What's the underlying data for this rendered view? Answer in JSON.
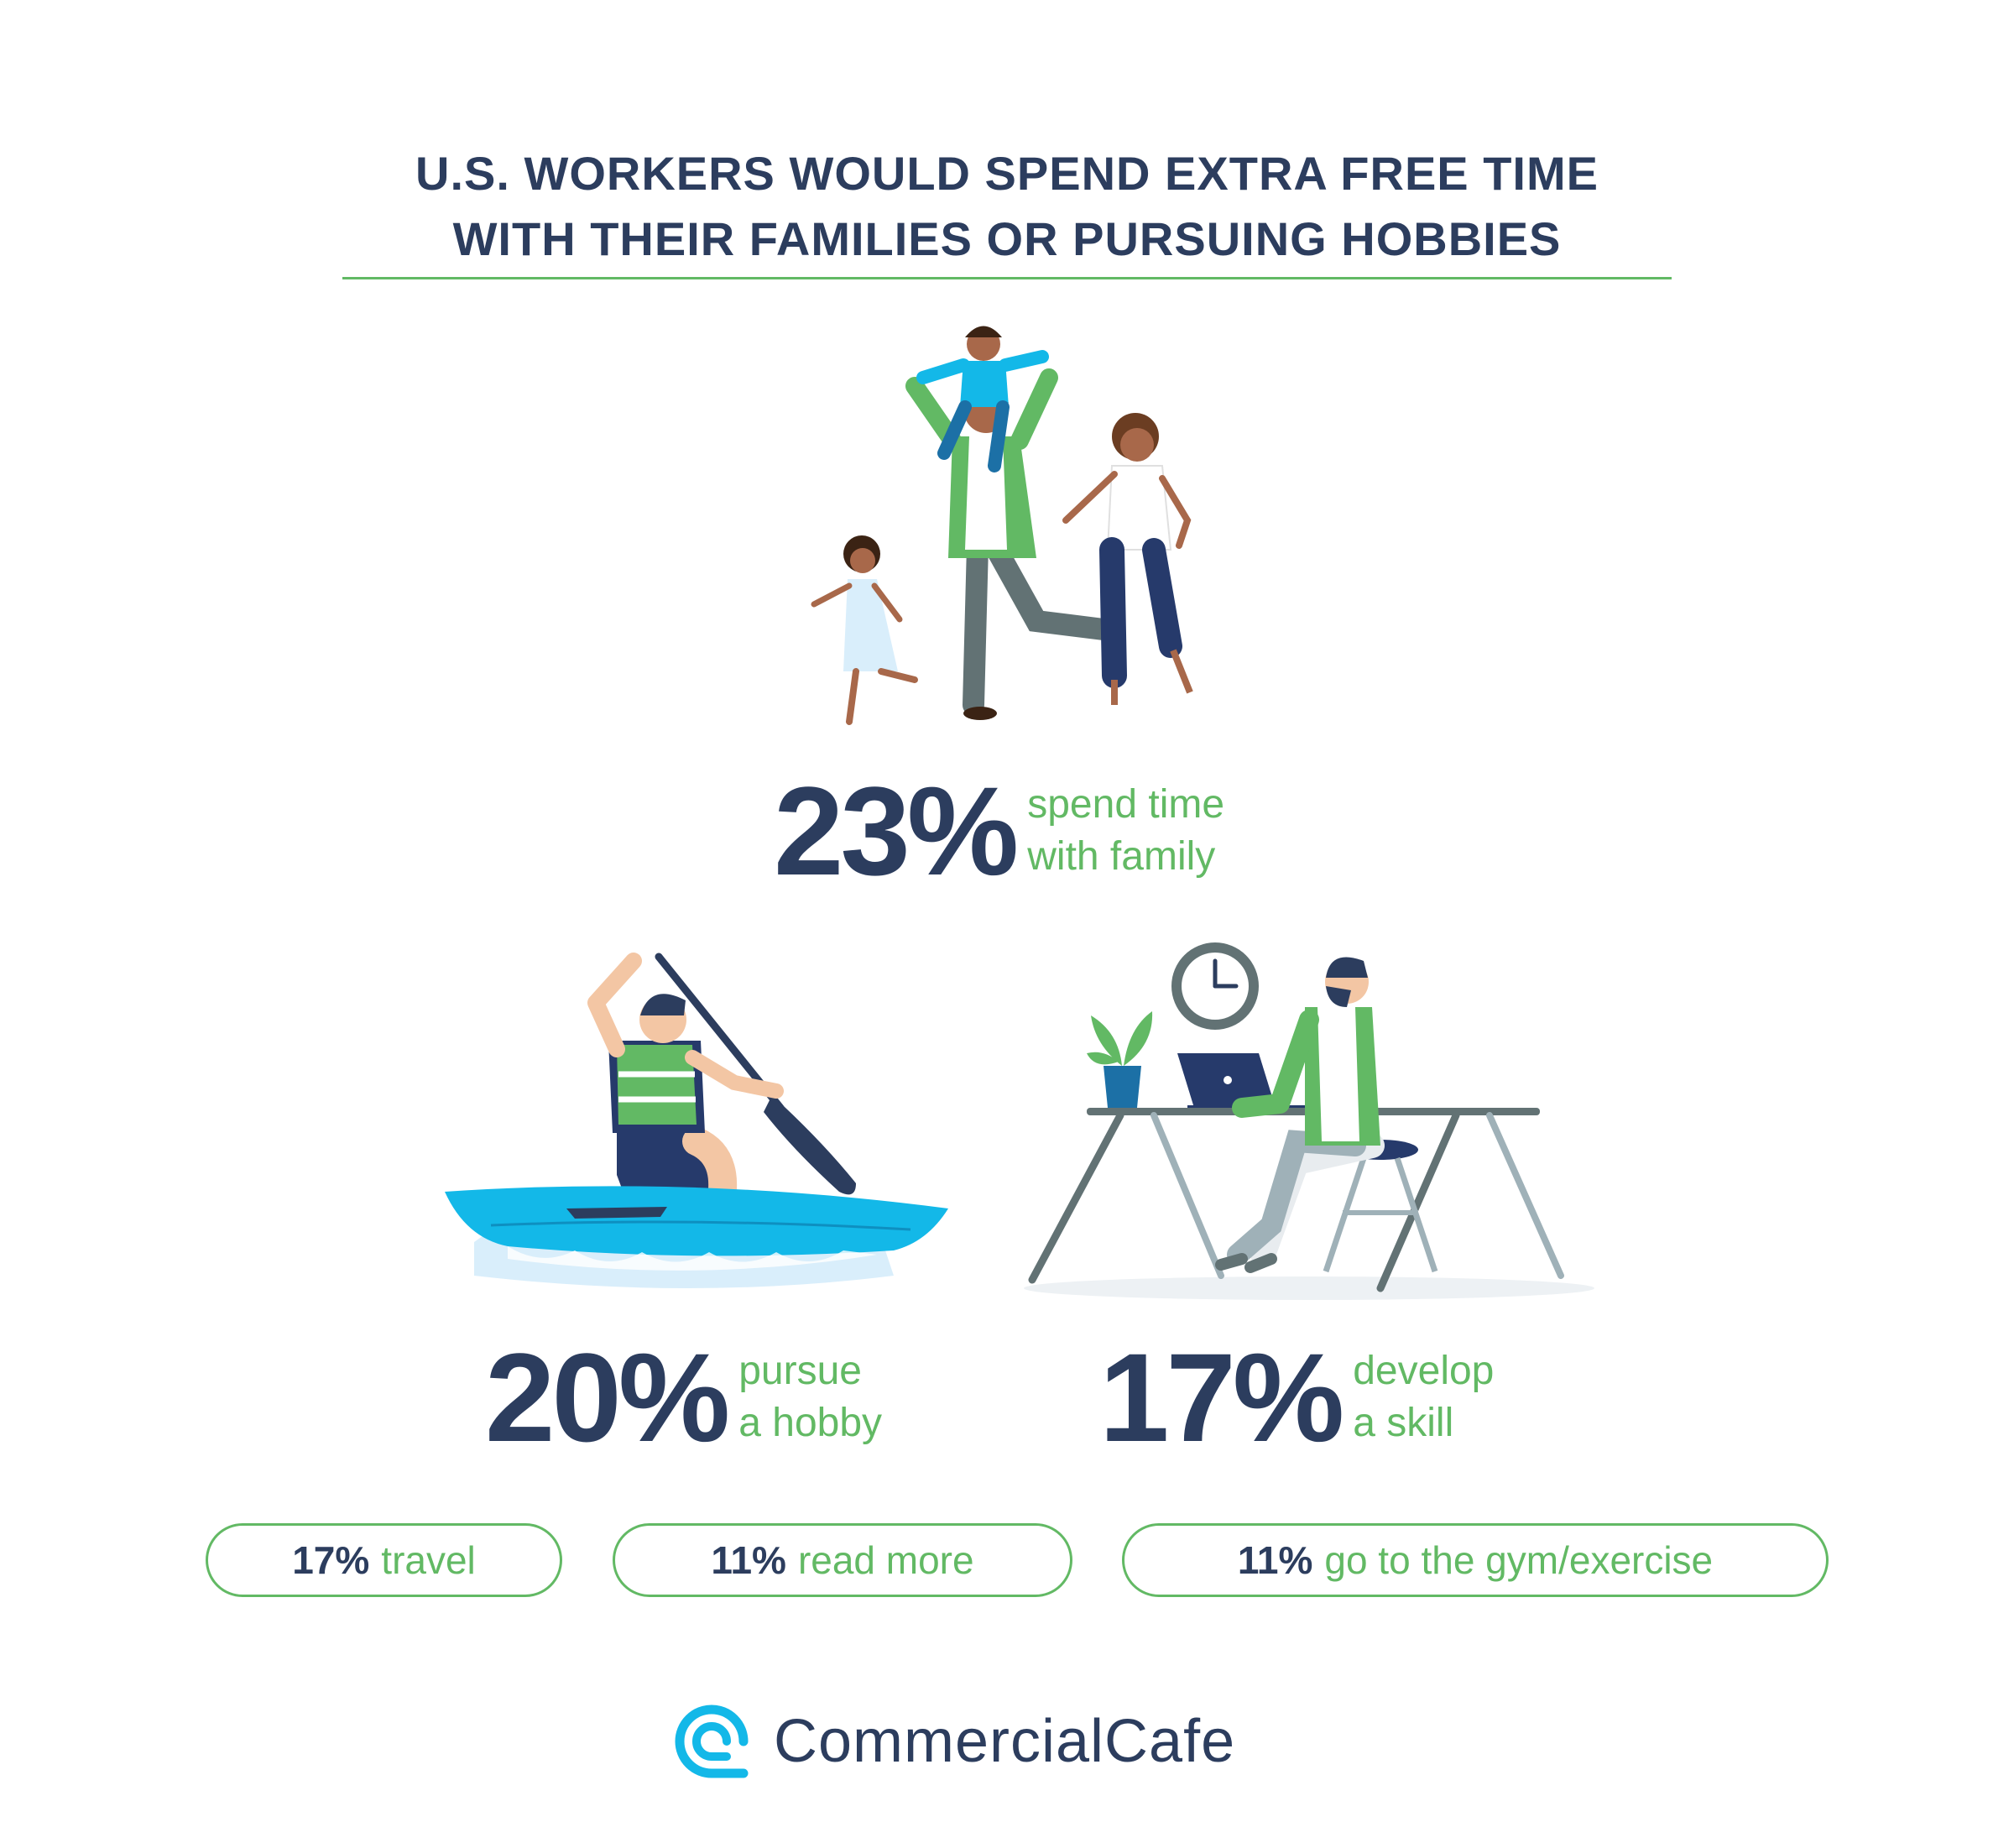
{
  "title": {
    "line1": "U.S. WORKERS WOULD SPEND EXTRA FREE TIME",
    "line2": "WITH THEIR FAMILIES OR PURSUING HOBBIES"
  },
  "stats": {
    "family": {
      "pct": "23%",
      "line1": "spend time",
      "line2": "with family"
    },
    "hobby": {
      "pct": "20%",
      "line1": "pursue",
      "line2": "a hobby"
    },
    "skill": {
      "pct": "17%",
      "line1": "develop",
      "line2": "a skill"
    }
  },
  "pills": [
    {
      "pct": "17%",
      "label": "travel"
    },
    {
      "pct": "11%",
      "label": "read more"
    },
    {
      "pct": "11%",
      "label": "go to the gym/exercise"
    }
  ],
  "brand": {
    "name": "CommercialCafe"
  },
  "colors": {
    "navy": "#2c3d5e",
    "green": "#62b964",
    "blue": "#13b8e8"
  },
  "icons": [
    "family-illustration",
    "kayaker-illustration",
    "desk-worker-illustration",
    "clock-icon",
    "plant-icon",
    "laptop-icon",
    "brand-logo-icon"
  ]
}
